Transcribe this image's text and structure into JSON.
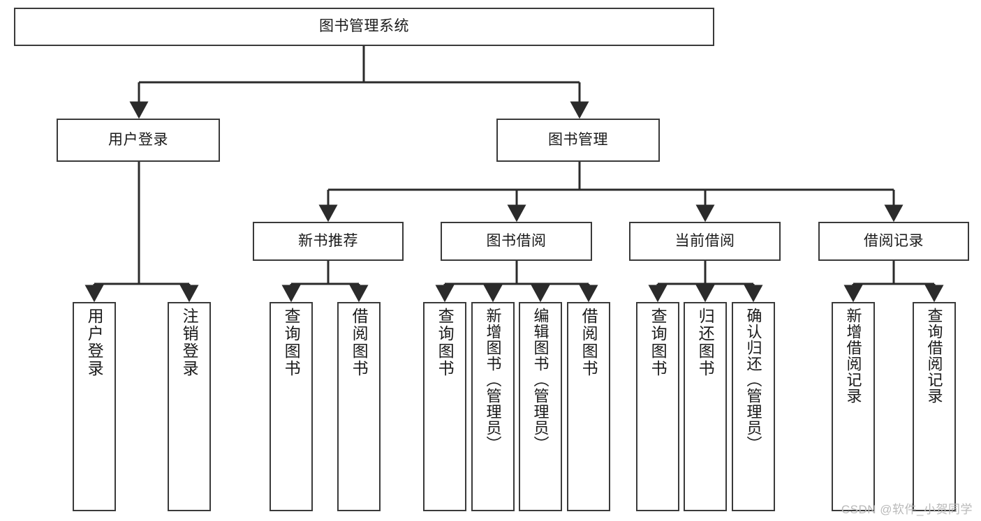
{
  "diagram": {
    "title": "图书管理系统",
    "type": "hierarchy-tree",
    "watermark": "CSDN @软件_小贺同学",
    "colors": {
      "box_border": "#3a3a3a",
      "box_fill": "#ffffff",
      "line": "#2b2b2b",
      "text": "#1a1a1a",
      "watermark": "#b9b9b9"
    },
    "levels": {
      "root": {
        "label": "图书管理系统"
      },
      "level2": [
        {
          "label": "用户登录"
        },
        {
          "label": "图书管理"
        }
      ],
      "level3": [
        {
          "label": "新书推荐"
        },
        {
          "label": "图书借阅"
        },
        {
          "label": "当前借阅"
        },
        {
          "label": "借阅记录"
        }
      ],
      "leaves": {
        "user_login": [
          {
            "label": "用户登录"
          },
          {
            "label": "注销登录"
          }
        ],
        "new_book_recommend": [
          {
            "label": "查询图书"
          },
          {
            "label": "借阅图书"
          }
        ],
        "book_borrow": [
          {
            "label": "查询图书"
          },
          {
            "label": "新增图书（管理员）"
          },
          {
            "label": "编辑图书（管理员）"
          },
          {
            "label": "借阅图书"
          }
        ],
        "current_borrow": [
          {
            "label": "查询图书"
          },
          {
            "label": "归还图书"
          },
          {
            "label": "确认归还（管理员）"
          }
        ],
        "borrow_records": [
          {
            "label": "新增借阅记录"
          },
          {
            "label": "查询借阅记录"
          }
        ]
      }
    }
  }
}
